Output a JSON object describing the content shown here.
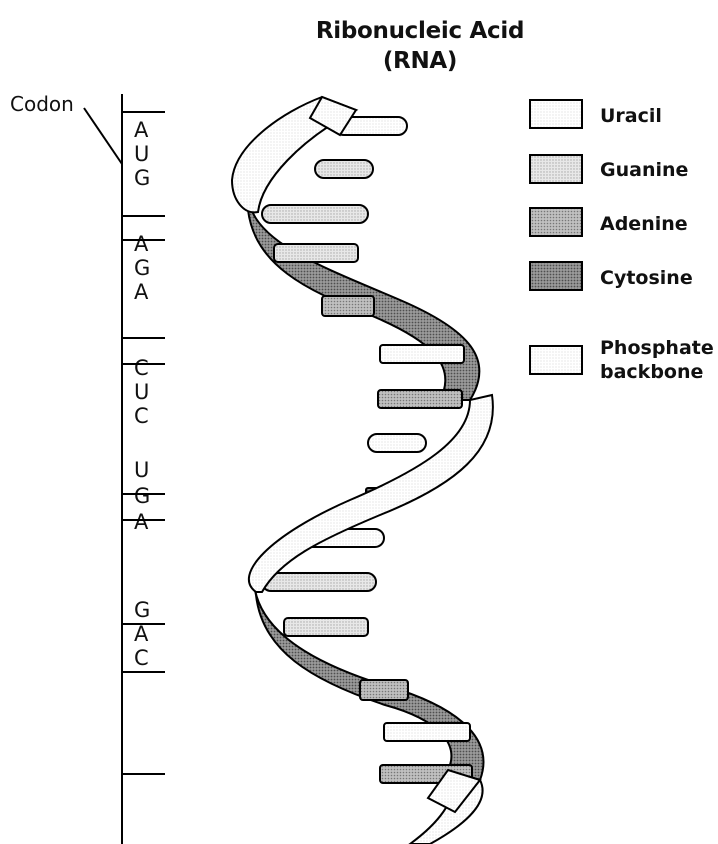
{
  "title": {
    "line1": "Ribonucleic Acid",
    "line2": "(RNA)"
  },
  "codon_label": "Codon",
  "codons": [
    [
      "A",
      "U",
      "G"
    ],
    [
      "A",
      "G",
      "A"
    ],
    [
      "C",
      "U",
      "C"
    ],
    [
      "U",
      "G",
      "A"
    ],
    [
      "G",
      "A",
      "C"
    ]
  ],
  "legend": [
    {
      "label": "Uracil",
      "color": "#f2f2f2"
    },
    {
      "label": "Guanine",
      "color": "#dcdcdc"
    },
    {
      "label": "Adenine",
      "color": "#bdbdbd"
    },
    {
      "label": "Cytosine",
      "color": "#8f8f8f"
    },
    {
      "label": "Phosphate backbone",
      "line1": "Phosphate",
      "line2": "backbone",
      "color": "#f4f4f4"
    }
  ],
  "colors": {
    "backbone_front": "#f4f4f4",
    "backbone_back": "#3a3a3a",
    "outline": "#000000"
  }
}
